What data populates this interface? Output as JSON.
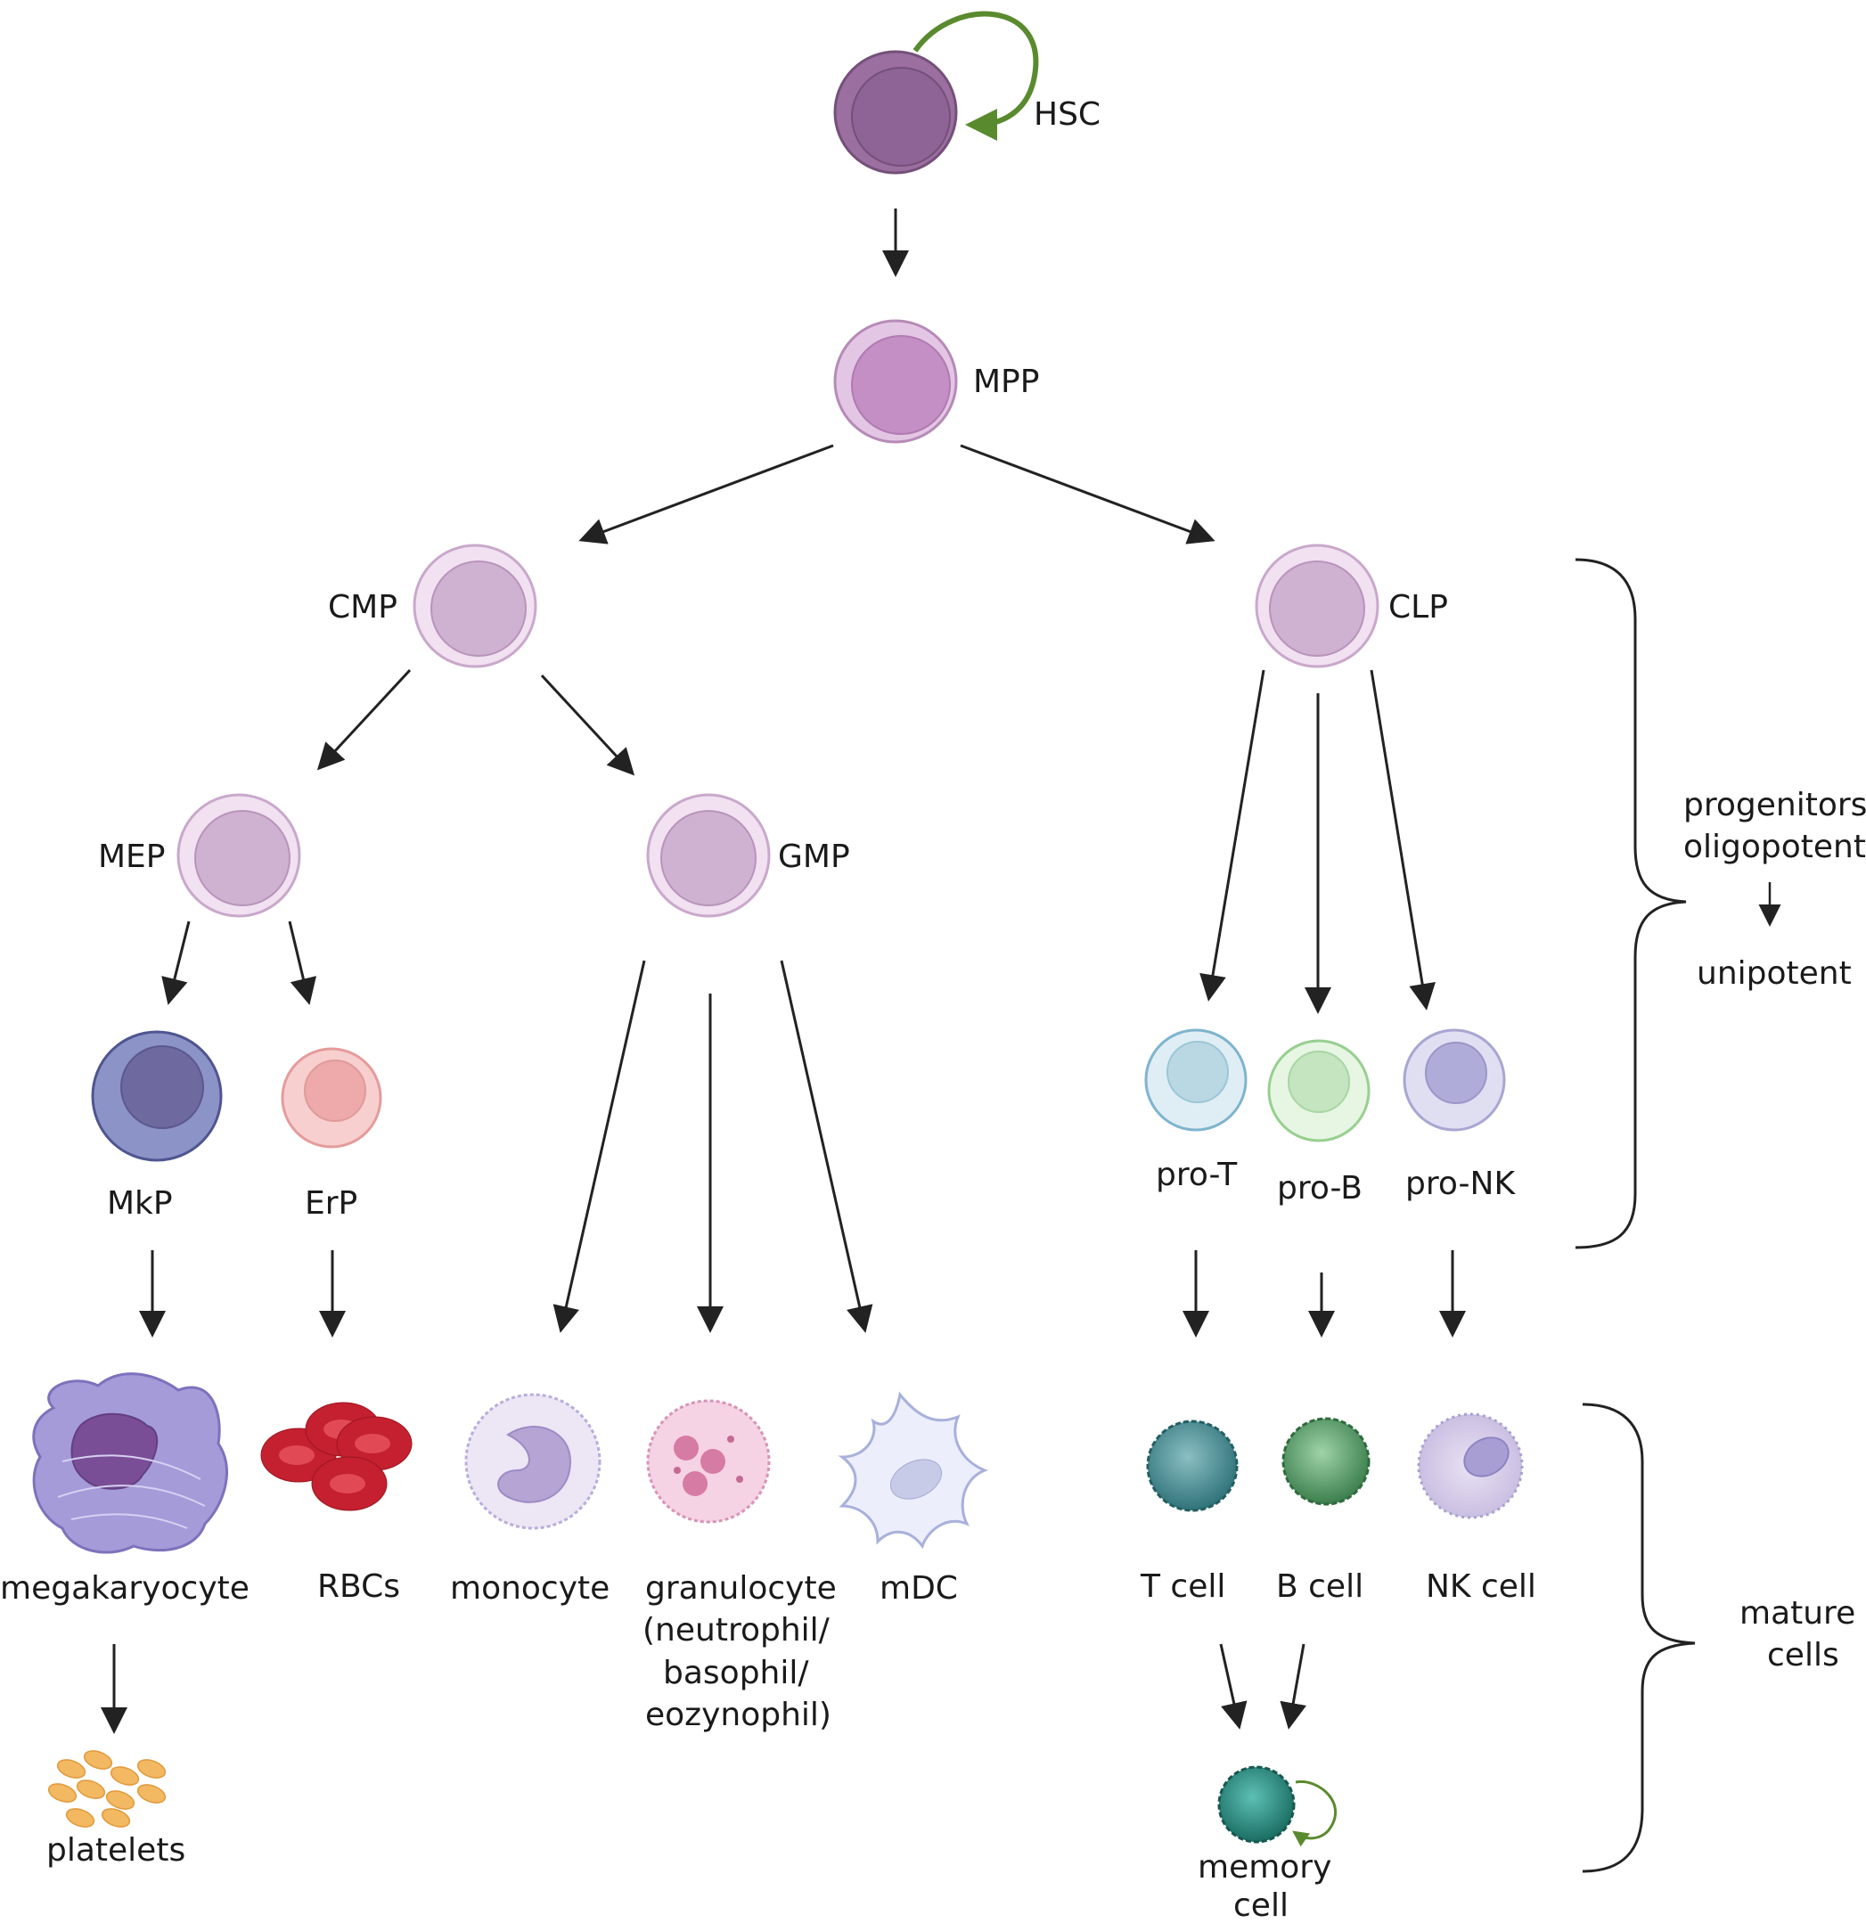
{
  "labels": {
    "hsc": "HSC",
    "mpp": "MPP",
    "cmp": "CMP",
    "clp": "CLP",
    "mep": "MEP",
    "gmp": "GMP",
    "mkp": "MkP",
    "erp": "ErP",
    "pro_t": "pro-T",
    "pro_b": "pro-B",
    "pro_nk": "pro-NK",
    "megakaryocyte": "megakaryocyte",
    "rbcs": "RBCs",
    "monocyte": "monocyte",
    "granulocyte": [
      "granulocyte",
      "(neutrophil/",
      "basophil/",
      "eozynophil)"
    ],
    "mdc": "mDC",
    "t_cell": "T cell",
    "b_cell": "B cell",
    "nk_cell": "NK cell",
    "platelets": "platelets",
    "memory_cell": [
      "memory",
      "cell"
    ]
  },
  "brackets": {
    "progenitors": [
      "progenitors",
      "oligopotent"
    ],
    "unipotent": "unipotent",
    "mature": [
      "mature",
      "cells"
    ]
  },
  "colors": {
    "hsc": "#9b6fa0",
    "mpp": "#c38fc4",
    "progenitor": "#cfb1d1",
    "mkp": "#7a80b8",
    "erp": "#f2b4b4",
    "pro_t": "#c9e0ea",
    "pro_b": "#cdebc8",
    "pro_nk": "#c4c1e4",
    "rbc": "#c4202f",
    "t_cell": "#3d8c91",
    "b_cell": "#4f9a62",
    "memory_cell": "#1f8c80",
    "platelet": "#f3b862",
    "self_renewal_arrow": "#5a8a2e"
  }
}
